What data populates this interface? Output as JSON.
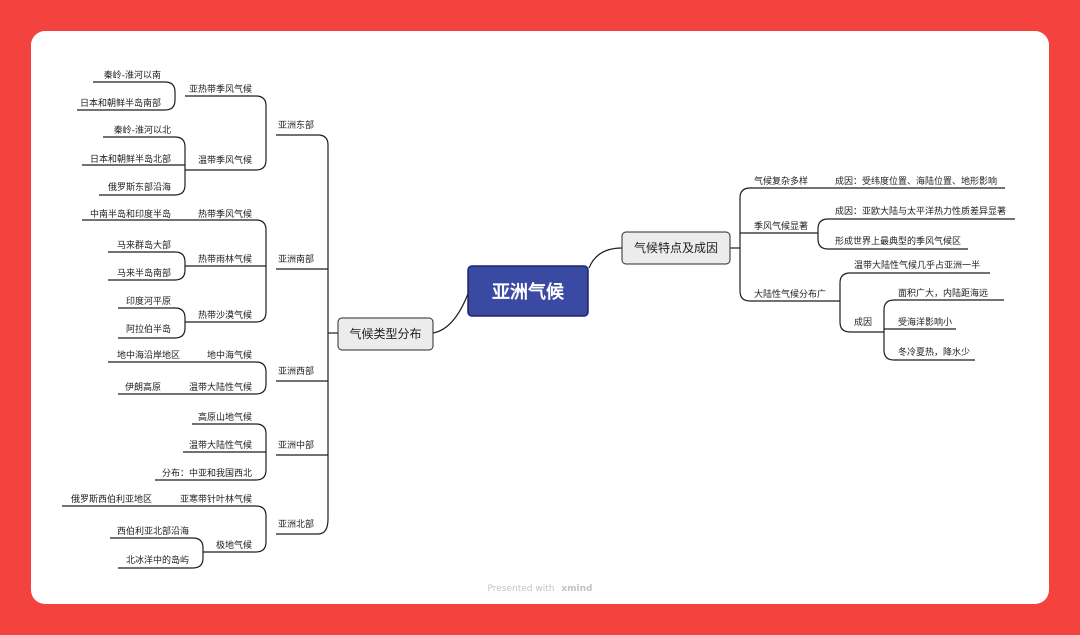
{
  "center": "亚洲气候",
  "left_branch": {
    "label": "气候类型分布",
    "regions": [
      {
        "label": "亚洲东部",
        "types": [
          {
            "label": "亚热带季风气候",
            "places": [
              "秦岭-淮河以南",
              "日本和朝鲜半岛南部"
            ]
          },
          {
            "label": "温带季风气候",
            "places": [
              "秦岭-淮河以北",
              "日本和朝鲜半岛北部",
              "俄罗斯东部沿海"
            ]
          }
        ]
      },
      {
        "label": "亚洲南部",
        "types": [
          {
            "label": "热带季风气候",
            "places": [
              "中南半岛和印度半岛"
            ]
          },
          {
            "label": "热带雨林气候",
            "places": [
              "马来群岛大部",
              "马来半岛南部"
            ]
          },
          {
            "label": "热带沙漠气候",
            "places": [
              "印度河平原",
              "阿拉伯半岛"
            ]
          }
        ]
      },
      {
        "label": "亚洲西部",
        "types": [
          {
            "label": "地中海气候",
            "places": [
              "地中海沿岸地区"
            ]
          },
          {
            "label": "温带大陆性气候",
            "places": [
              "伊朗高原"
            ]
          }
        ]
      },
      {
        "label": "亚洲中部",
        "types": [
          {
            "label": "高原山地气候",
            "places": []
          },
          {
            "label": "温带大陆性气候",
            "places": []
          },
          {
            "label": "分布：中亚和我国西北",
            "places": []
          }
        ]
      },
      {
        "label": "亚洲北部",
        "types": [
          {
            "label": "亚寒带针叶林气候",
            "places": [
              "俄罗斯西伯利亚地区"
            ]
          },
          {
            "label": "极地气候",
            "places": [
              "西伯利亚北部沿海",
              "北冰洋中的岛屿"
            ]
          }
        ]
      }
    ]
  },
  "right_branch": {
    "label": "气候特点及成因",
    "items": [
      {
        "label": "气候复杂多样",
        "children": [
          "成因：受纬度位置、海陆位置、地形影响"
        ]
      },
      {
        "label": "季风气候显著",
        "children": [
          "成因：亚欧大陆与太平洋热力性质差异显著",
          "形成世界上最典型的季风气候区"
        ]
      },
      {
        "label": "大陆性气候分布广",
        "children": [
          "温带大陆性气候几乎占亚洲一半"
        ],
        "cause": {
          "label": "成因",
          "children": [
            "面积广大，内陆距海远",
            "受海洋影响小",
            "冬冷夏热，降水少"
          ]
        }
      }
    ]
  },
  "footer": {
    "prefix": "Presented with",
    "brand": "xmind"
  },
  "colors": {
    "background": "#f4433f",
    "center_fill": "#3a4aa3",
    "main_fill": "#ececec",
    "line": "#1e1e1e"
  }
}
